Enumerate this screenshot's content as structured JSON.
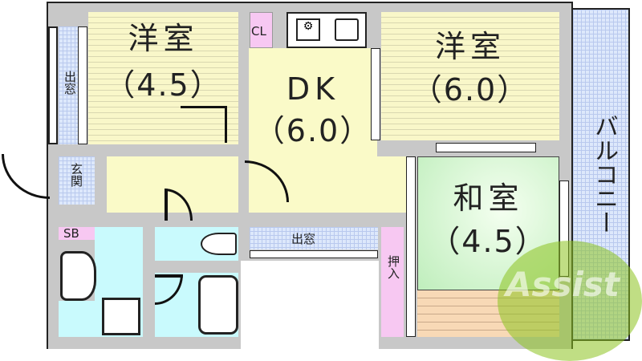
{
  "rooms": {
    "western_a": {
      "name": "洋室",
      "size": "（4.5）"
    },
    "dk": {
      "name": "DK",
      "size": "（6.0）"
    },
    "western_b": {
      "name": "洋室",
      "size": "（6.0）"
    },
    "japanese": {
      "name": "和室",
      "size": "（4.5）"
    },
    "closet": "CL",
    "oshiire": "押入",
    "entrance": "玄関",
    "shoe_box": "SB",
    "bay_window": "出窓",
    "bay_window_mid": "出窓",
    "balcony": "バルコニー"
  },
  "logo": {
    "text": "Assist",
    "color": "#8dc21f"
  },
  "colors": {
    "wall": "#c8c8c8",
    "western": "#f9f7c9",
    "japanese": "#bfeebc",
    "wet_area": "#c9fafd",
    "storage": "#f7c8f2",
    "outdoor": "#dde8fb"
  }
}
